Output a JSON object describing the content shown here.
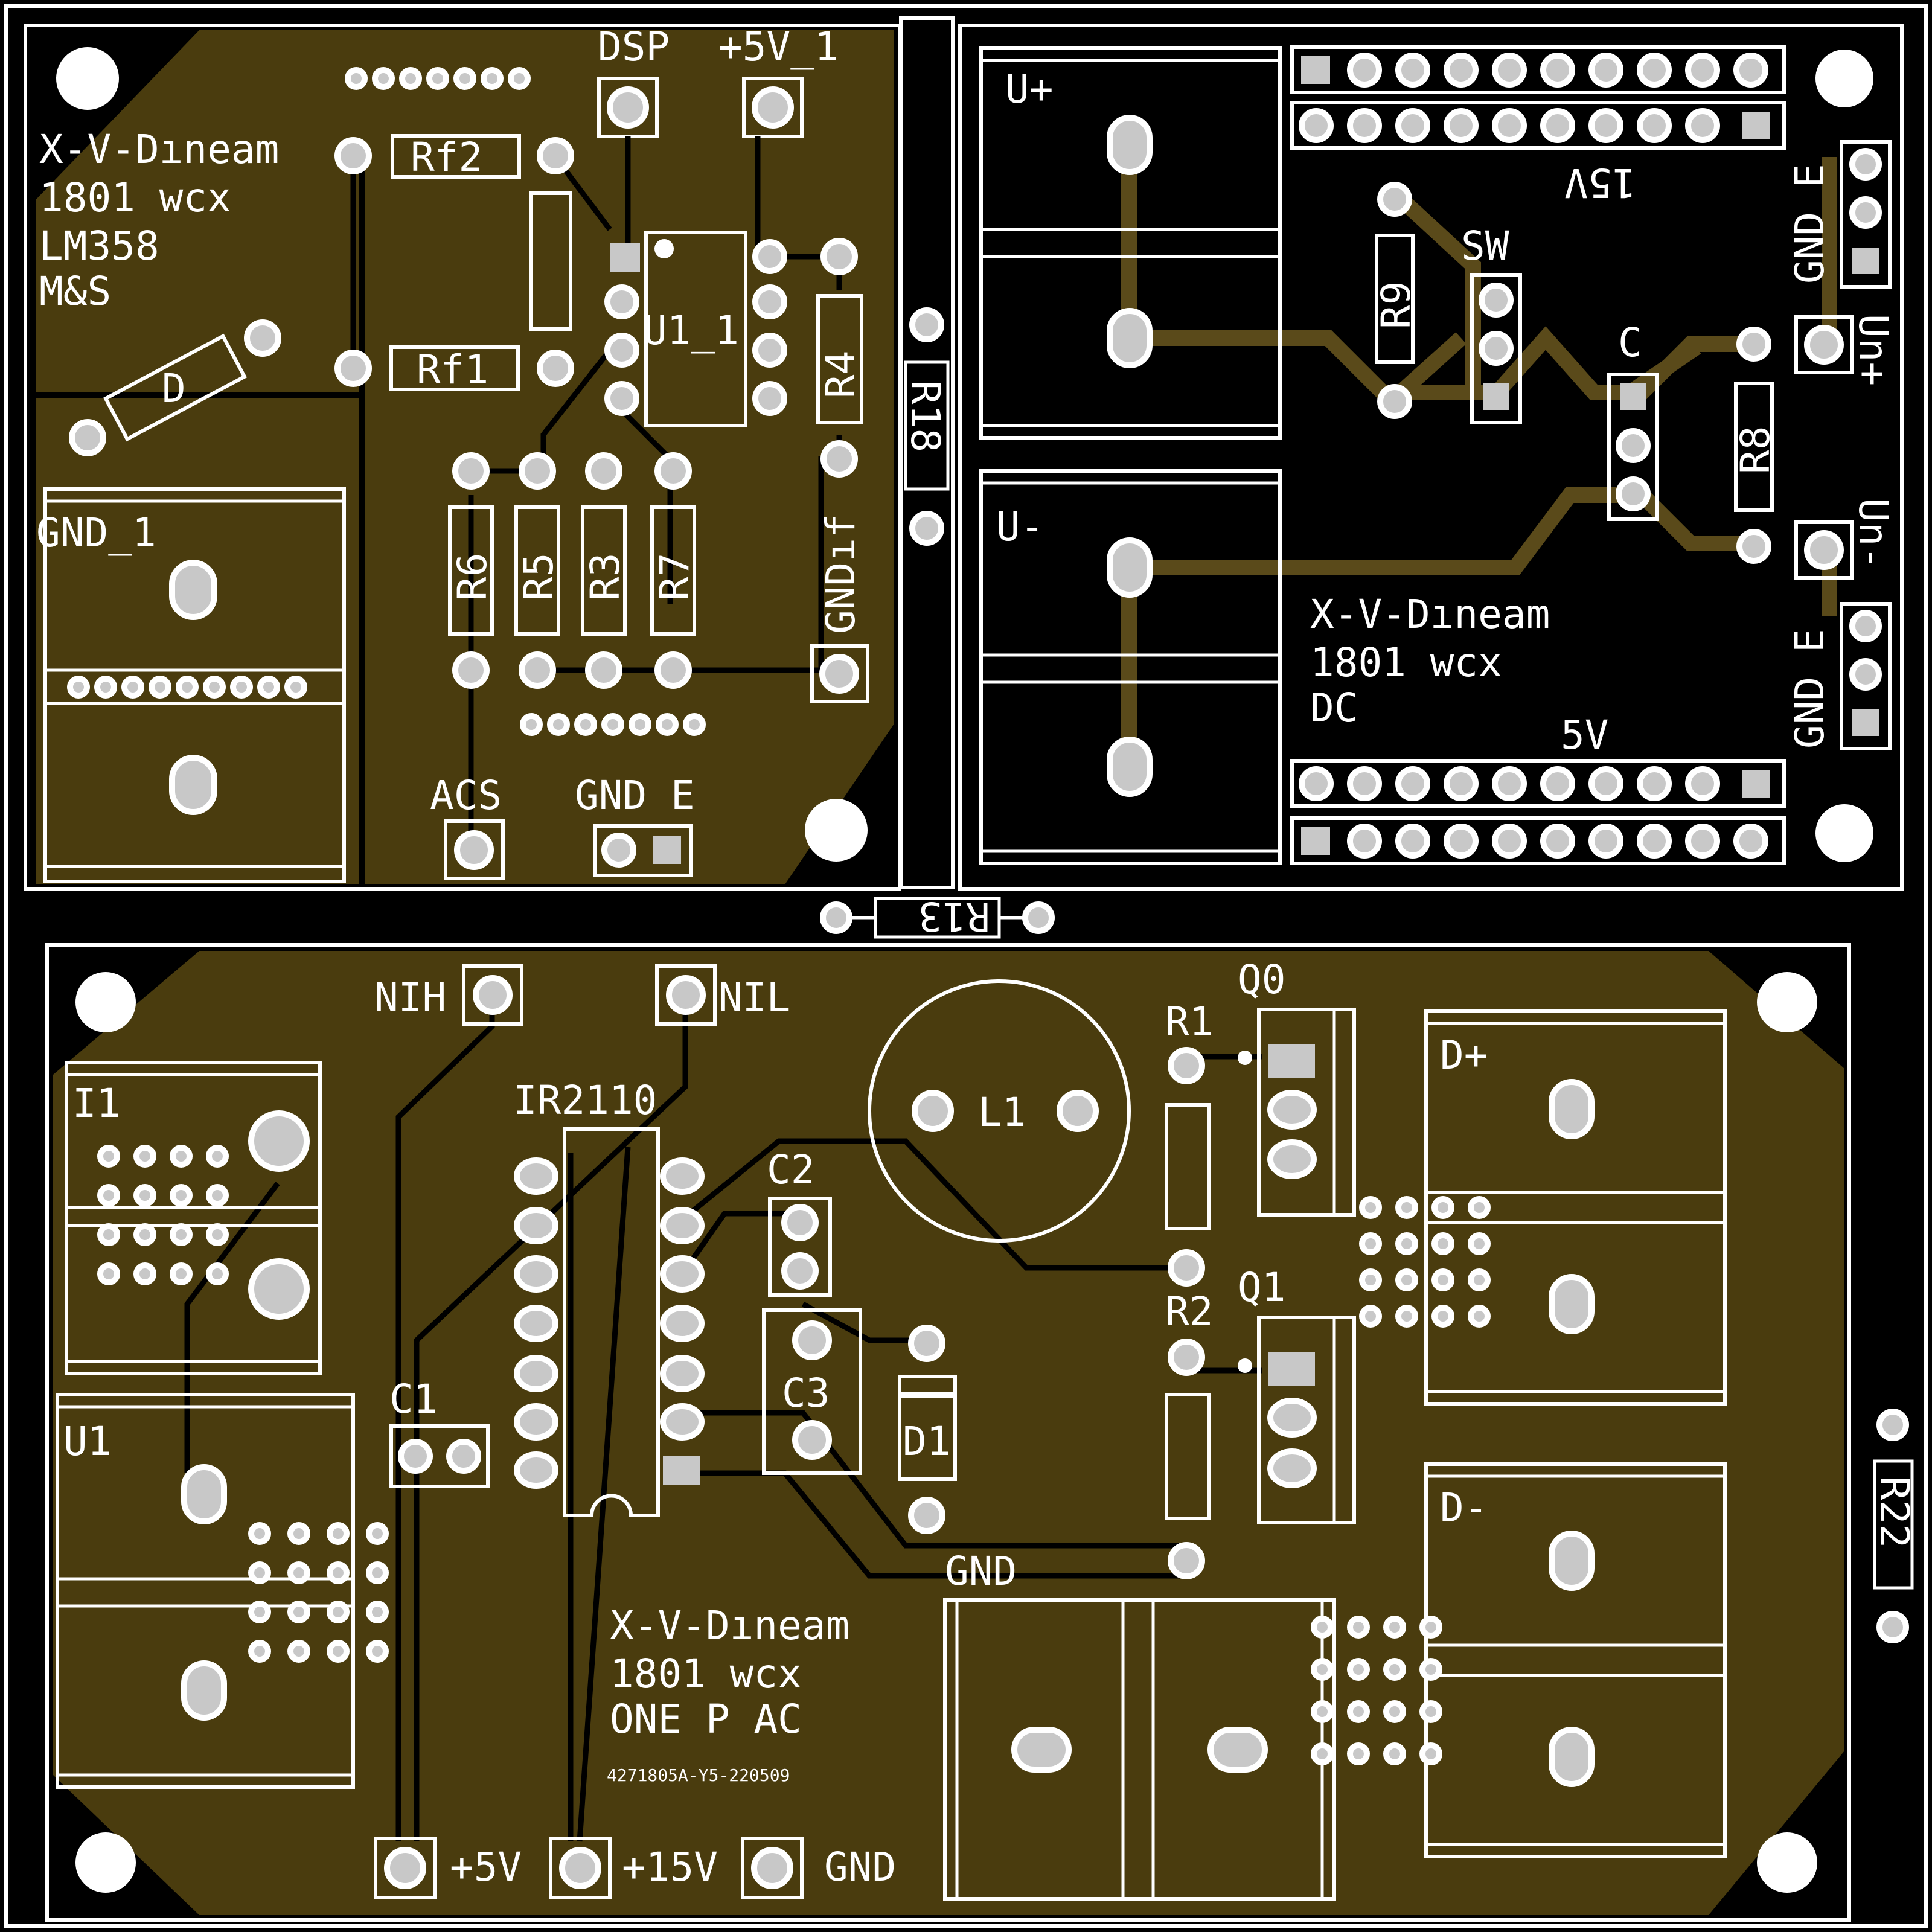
{
  "colors": {
    "copper": "#4a3c0e",
    "copper_trace": "#5a4a1a",
    "silk": "#ffffff",
    "board": "#000000",
    "pad": "#c8c8c8"
  },
  "board_a": {
    "title_lines": [
      "X-V-Dıneam",
      "1801  wcx",
      "LM358",
      "M&S"
    ],
    "labels": {
      "dsp": "DSP",
      "v5_1": "+5V_1",
      "rf2": "Rf2",
      "rf1": "Rf1",
      "u1_1": "U1_1",
      "r4": "R4",
      "r6": "R6",
      "r5": "R5",
      "r3": "R3",
      "r7": "R7",
      "gnd_1": "GND_1",
      "gndif": "GNDıf",
      "acs": "ACS",
      "gnd_e": "GND  E",
      "d": "D"
    }
  },
  "board_b": {
    "title_lines": [
      "X-V-Dıneam",
      "1801  wcx",
      "DC"
    ],
    "labels": {
      "u_plus": "U+",
      "u_minus": "U-",
      "v15": "15V",
      "v5": "5V",
      "r9": "R9",
      "sw": "SW",
      "c": "C",
      "r8": "R8",
      "un_plus": "Un+",
      "un_minus": "Un-",
      "gnd_e_top": "GND  E",
      "gnd_e_bot": "GND  E"
    }
  },
  "between": {
    "r18": "R18",
    "r13": "R13",
    "r22": "R22"
  },
  "board_c": {
    "title_lines": [
      "X-V-Dıneam",
      "1801  wcx",
      "ONE  P  AC"
    ],
    "serial": "4271805A-Y5-220509",
    "labels": {
      "nih": "NIH",
      "nil": "NIL",
      "ir2110": "IR2110",
      "l1": "L1",
      "q0": "Q0",
      "q1": "Q1",
      "r1": "R1",
      "r2": "R2",
      "c1": "C1",
      "c2": "C2",
      "c3": "C3",
      "d1": "D1",
      "d_plus": "D+",
      "d_minus": "D-",
      "i1": "I1",
      "u1": "U1",
      "gnd": "GND",
      "p5v": "+5V",
      "p15v": "+15V",
      "p_gnd": "GND"
    }
  }
}
